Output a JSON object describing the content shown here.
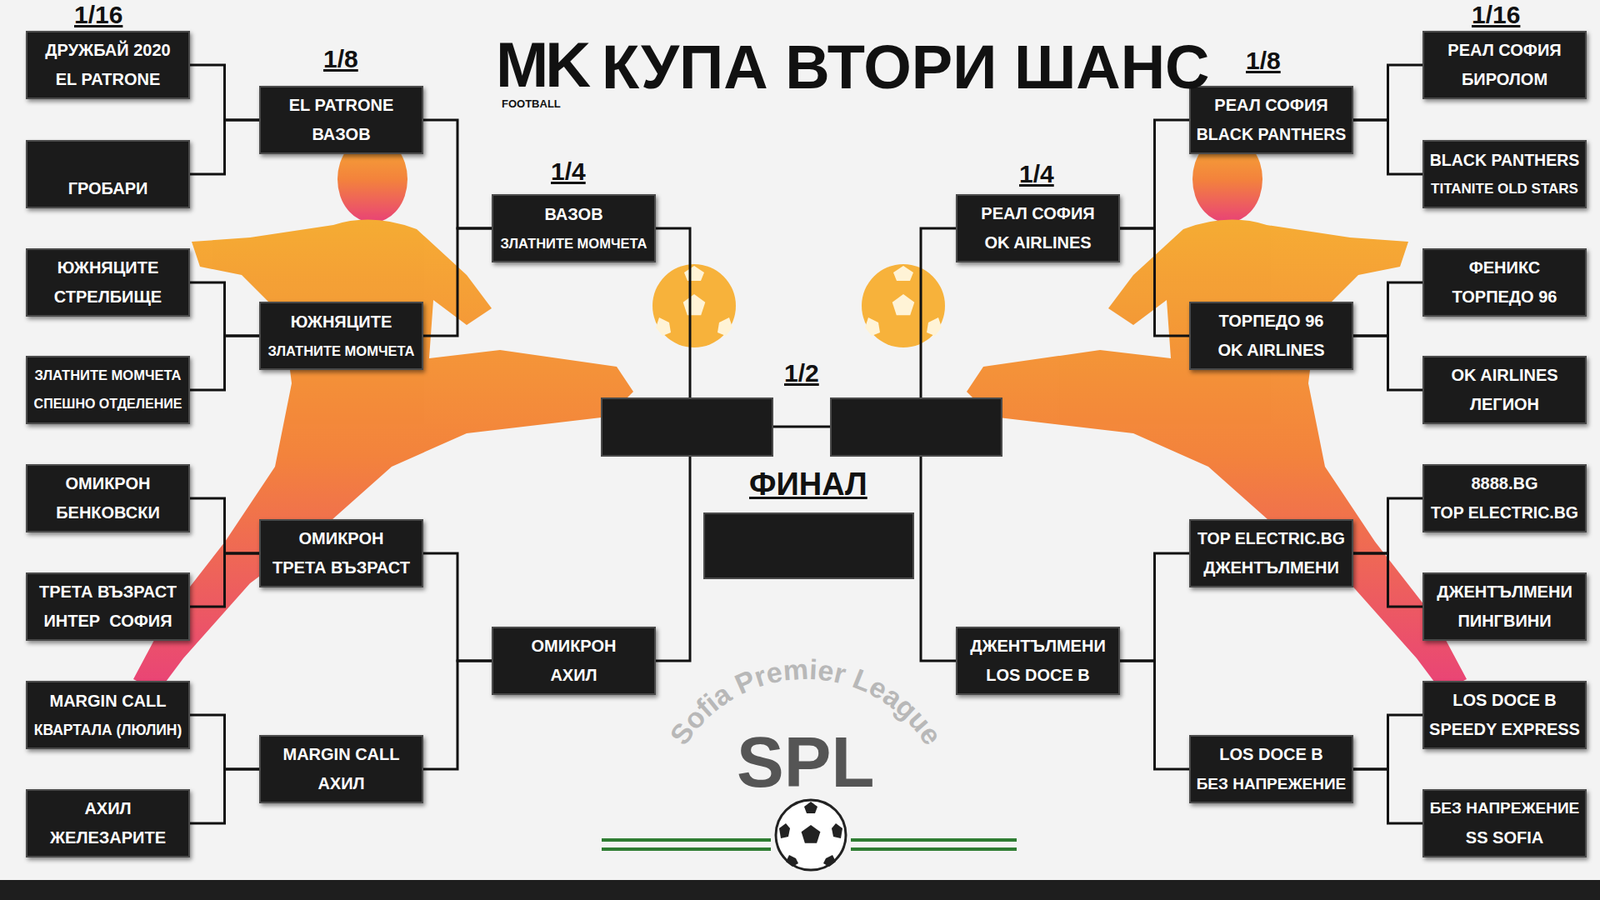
{
  "diagram": {
    "title": "КУПА ВТОРИ ШАНС",
    "nodes": [
      {
        "text": [
          "ДРУЖБАЙ 2020",
          "EL PATRONE"
        ]
      },
      {
        "text": [
          "ГРОБАРИ"
        ]
      },
      {
        "text": [
          "ЮЖНЯЦИТЕ",
          "СТРЕЛБИЩЕ"
        ]
      },
      {
        "text": [
          "ЗЛАТНИТЕ МОМЧЕТА",
          "СПЕШНО ОТДЕЛЕНИЕ"
        ]
      },
      {
        "text": [
          "ОМИКРОН",
          "БЕНКОВСКИ"
        ]
      },
      {
        "text": [
          "ТРЕТА ВЪЗРАСТ",
          "ИНТЕР  СОФИЯ"
        ]
      },
      {
        "text": [
          "MARGIN CALL",
          "КВАРТАЛА (ЛЮЛИН)"
        ]
      },
      {
        "text": [
          "АХИЛ",
          "ЖЕЛЕЗАРИТЕ"
        ]
      },
      {
        "text": [
          "EL PATRONE",
          "ВАЗОВ"
        ]
      },
      {
        "text": [
          "ЮЖНЯЦИТЕ",
          "ЗЛАТНИТЕ МОМЧЕТА"
        ]
      },
      {
        "text": [
          "ОМИКРОН",
          "ТРЕТА ВЪЗРАСТ"
        ]
      },
      {
        "text": [
          "MARGIN CALL",
          "АХИЛ"
        ]
      },
      {
        "text": [
          "ВАЗОВ",
          "ЗЛАТНИТЕ МОМЧЕТА"
        ]
      },
      {
        "text": [
          "ОМИКРОН",
          "АХИЛ"
        ]
      },
      {
        "text": [
          "РЕАЛ СОФИЯ",
          "OK AIRLINES"
        ]
      },
      {
        "text": [
          "ДЖЕНТЪЛМЕНИ",
          "LOS DOCE B"
        ]
      },
      {
        "text": [
          "РЕАЛ СОФИЯ",
          "BLACK PANTHERS"
        ]
      },
      {
        "text": [
          "ТОРПЕДО 96",
          "OK AIRLINES"
        ]
      },
      {
        "text": [
          "TOP ELECTRIC.BG",
          "ДЖЕНТЪЛМЕНИ"
        ]
      },
      {
        "text": [
          "LOS DOCE B",
          "БЕЗ НАПРЕЖЕНИЕ"
        ]
      },
      {
        "text": [
          "РЕАЛ СОФИЯ",
          "БИРОЛОМ"
        ]
      },
      {
        "text": [
          "BLACK PANTHERS",
          "TITANITE OLD STARS"
        ]
      },
      {
        "text": [
          "ФЕНИКС",
          "ТОРПЕДО 96"
        ]
      },
      {
        "text": [
          "OK AIRLINES",
          "ЛЕГИОН"
        ]
      },
      {
        "text": [
          "8888.BG",
          "TOP ELECTRIC.BG"
        ]
      },
      {
        "text": [
          "ДЖЕНТЪЛМЕНИ",
          "ПИНГВИНИ"
        ]
      },
      {
        "text": [
          "LOS DOCE B",
          "SPEEDY EXPRESS"
        ]
      },
      {
        "text": [
          "БЕЗ НАПРЕЖЕНИЕ",
          "SS SOFIA"
        ]
      }
    ],
    "edges": [
      {
        "from": 0,
        "to": 8,
        "arrow": "none"
      },
      {
        "from": 1,
        "to": 8,
        "arrow": "none"
      },
      {
        "from": 2,
        "to": 9,
        "arrow": "none"
      },
      {
        "from": 3,
        "to": 9,
        "arrow": "none"
      },
      {
        "from": 4,
        "to": 10,
        "arrow": "none"
      },
      {
        "from": 5,
        "to": 10,
        "arrow": "none"
      },
      {
        "from": 6,
        "to": 11,
        "arrow": "none"
      },
      {
        "from": 7,
        "to": 11,
        "arrow": "none"
      },
      {
        "from": 8,
        "to": 12,
        "arrow": "none"
      },
      {
        "from": 9,
        "to": 12,
        "arrow": "none"
      },
      {
        "from": 10,
        "to": 13,
        "arrow": "none"
      },
      {
        "from": 11,
        "to": 13,
        "arrow": "none"
      },
      {
        "from": 16,
        "to": 14,
        "arrow": "none"
      },
      {
        "from": 17,
        "to": 14,
        "arrow": "none"
      },
      {
        "from": 18,
        "to": 15,
        "arrow": "none"
      },
      {
        "from": 19,
        "to": 15,
        "arrow": "none"
      },
      {
        "from": 20,
        "to": 16,
        "arrow": "none"
      },
      {
        "from": 21,
        "to": 16,
        "arrow": "none"
      },
      {
        "from": 22,
        "to": 17,
        "arrow": "none"
      },
      {
        "from": 23,
        "to": 17,
        "arrow": "none"
      },
      {
        "from": 24,
        "to": 18,
        "arrow": "none"
      },
      {
        "from": 25,
        "to": 18,
        "arrow": "none"
      },
      {
        "from": 26,
        "to": 19,
        "arrow": "none"
      },
      {
        "from": 27,
        "to": 19,
        "arrow": "none"
      }
    ],
    "labels": [
      "1/16",
      "1/8",
      "MK",
      "FOOTBALL",
      "1/8",
      "1/16",
      "1/4",
      "1/4",
      "1/2",
      "ФИНАЛ",
      "Sofia Premier League",
      "SPL"
    ]
  }
}
